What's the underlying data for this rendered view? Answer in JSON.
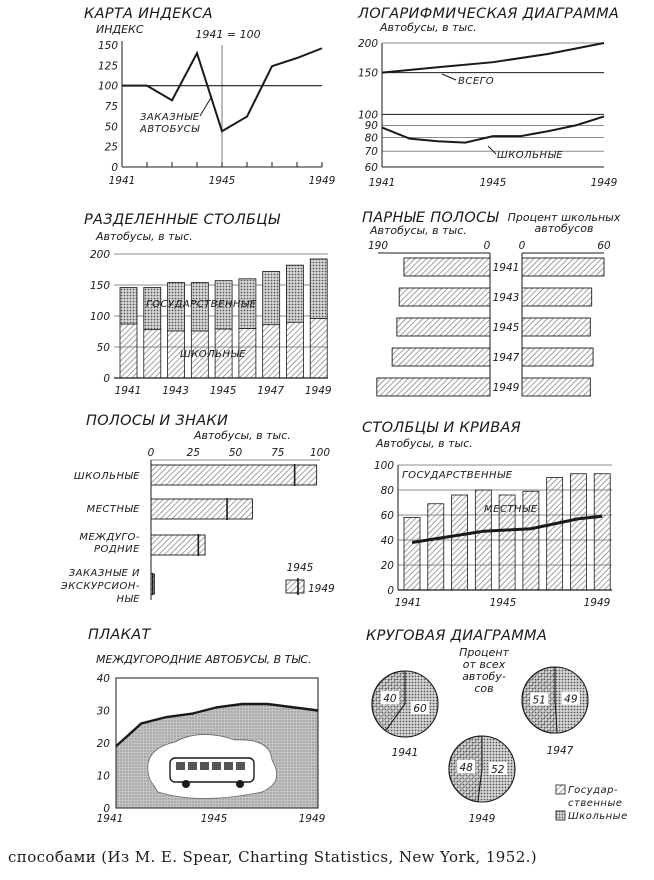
{
  "caption": "способами (Из М. Е. Spear, Charting Statistics, New York, 1952.)",
  "colors": {
    "ink": "#1a1a1a",
    "hatch": "#8a8a8a",
    "dots": "#6d6d6d",
    "poster": "#b8b8b8"
  },
  "chart_data": [
    {
      "id": "index",
      "type": "line",
      "title": "КАРТА ИНДЕКСА",
      "ylabel": "ИНДЕКС",
      "note": "1941 = 100",
      "annotation": "ЗАКАЗНЫЕ АВТОБУСЫ",
      "x_tick_labels": [
        "1941",
        "1945",
        "1949"
      ],
      "y_tick_labels": [
        "150",
        "125",
        "100",
        "75",
        "50",
        "25",
        "0"
      ],
      "ylim": [
        0,
        150
      ],
      "reference_line": 100,
      "x": [
        1941,
        1942,
        1943,
        1944,
        1945,
        1946,
        1947,
        1948,
        1949
      ],
      "values": [
        100,
        100,
        82,
        140,
        44,
        62,
        124,
        134,
        146
      ]
    },
    {
      "id": "log",
      "type": "line",
      "title": "ЛОГАРИФМИЧЕСКАЯ ДИАГРАММА",
      "ylabel": "Автобусы, в тыс.",
      "scale": "log",
      "y_tick_labels": [
        "200",
        "150",
        "100",
        "90",
        "80",
        "70",
        "60"
      ],
      "x_tick_labels": [
        "1941",
        "1945",
        "1949"
      ],
      "series": [
        {
          "name": "ВСЕГО",
          "x": [
            1941,
            1943,
            1945,
            1947,
            1949
          ],
          "values": [
            150,
            158,
            166,
            180,
            200
          ]
        },
        {
          "name": "ШКОЛЬНЫЕ",
          "x": [
            1941,
            1942,
            1943,
            1944,
            1945,
            1946,
            1947,
            1948,
            1949
          ],
          "values": [
            88,
            79,
            77,
            76,
            81,
            81,
            85,
            90,
            98
          ]
        }
      ]
    },
    {
      "id": "split",
      "type": "bar",
      "title": "РАЗДЕЛЕННЫЕ СТОЛБЦЫ",
      "ylabel": "Автобусы, в тыс.",
      "stacked": true,
      "y_tick_labels": [
        "200",
        "150",
        "100",
        "50",
        "0"
      ],
      "x_tick_labels": [
        "1941",
        "1943",
        "1945",
        "1947",
        "1949"
      ],
      "ylim": [
        0,
        200
      ],
      "categories": [
        "1941",
        "1942",
        "1943",
        "1944",
        "1945",
        "1946",
        "1947",
        "1948",
        "1949"
      ],
      "series": [
        {
          "name": "ШКОЛЬНЫЕ",
          "values": [
            87,
            78,
            76,
            76,
            79,
            80,
            86,
            90,
            96
          ]
        },
        {
          "name": "ГОСУДАРСТВЕННЫЕ",
          "values": [
            59,
            68,
            78,
            78,
            78,
            80,
            86,
            92,
            96
          ]
        }
      ]
    },
    {
      "id": "paired",
      "type": "bar",
      "title": "ПАРНЫЕ ПОЛОСЫ",
      "left_label": "Автобусы, в тыс.",
      "right_label": "Процент школьных автобусов",
      "left_ticks": [
        "190",
        "0"
      ],
      "right_ticks": [
        "0",
        "60"
      ],
      "categories": [
        "1941",
        "1943",
        "1945",
        "1947",
        "1949"
      ],
      "left_values": [
        146,
        154,
        158,
        166,
        192
      ],
      "right_values": [
        60,
        51,
        50,
        52,
        50
      ]
    },
    {
      "id": "signs",
      "type": "bar",
      "title": "ПОЛОСЫ И ЗНАКИ",
      "xlabel": "Автобусы, в тыс.",
      "x_tick_labels": [
        "0",
        "25",
        "50",
        "75",
        "100"
      ],
      "xlim": [
        0,
        100
      ],
      "categories": [
        "ШКОЛЬНЫЕ",
        "МЕСТНЫЕ",
        "МЕЖДУГО-РОДНИЕ",
        "ЗАКАЗНЫЕ И ЭКСКУРСИОН-НЫЕ"
      ],
      "values_1949": [
        98,
        60,
        32,
        2
      ],
      "markers_1945": [
        85,
        45,
        28,
        1
      ],
      "legend": {
        "start": "1945",
        "end": "1949"
      }
    },
    {
      "id": "bars_curve",
      "type": "bar",
      "title": "СТОЛБЦЫ И КРИВАЯ",
      "ylabel": "Автобусы, в тыс.",
      "y_tick_labels": [
        "100",
        "80",
        "60",
        "40",
        "20",
        "0"
      ],
      "x_tick_labels": [
        "1941",
        "1945",
        "1949"
      ],
      "ylim": [
        0,
        100
      ],
      "categories": [
        "1941",
        "1942",
        "1943",
        "1944",
        "1945",
        "1946",
        "1947",
        "1948",
        "1949"
      ],
      "series": [
        {
          "name": "ГОСУДАРСТВЕННЫЕ",
          "values": [
            58,
            69,
            76,
            80,
            76,
            79,
            90,
            93,
            93
          ]
        },
        {
          "name": "МЕСТНЫЕ",
          "values": [
            38,
            41,
            44,
            47,
            48,
            49,
            53,
            57,
            59
          ]
        }
      ]
    },
    {
      "id": "poster",
      "type": "area",
      "title": "ПЛАКАТ",
      "ylabel": "МЕЖДУГОРОДНИЕ АВТОБУСЫ, В ТЫС.",
      "y_tick_labels": [
        "40",
        "30",
        "20",
        "10",
        "0"
      ],
      "x_tick_labels": [
        "1941",
        "1945",
        "1949"
      ],
      "ylim": [
        0,
        40
      ],
      "x": [
        1941,
        1942,
        1943,
        1944,
        1945,
        1946,
        1947,
        1948,
        1949
      ],
      "values": [
        19,
        26,
        28,
        29,
        31,
        32,
        32,
        31,
        30
      ]
    },
    {
      "id": "pies",
      "type": "pie",
      "title": "КРУГОВАЯ ДИАГРАММА",
      "center_label": "Процент от всех автобусов",
      "legend": [
        "Государ-ственные",
        "Школьные"
      ],
      "pies": [
        {
          "year": "1941",
          "values": [
            40,
            60
          ]
        },
        {
          "year": "1947",
          "values": [
            51,
            49
          ]
        },
        {
          "year": "1949",
          "values": [
            48,
            52
          ]
        }
      ]
    }
  ]
}
